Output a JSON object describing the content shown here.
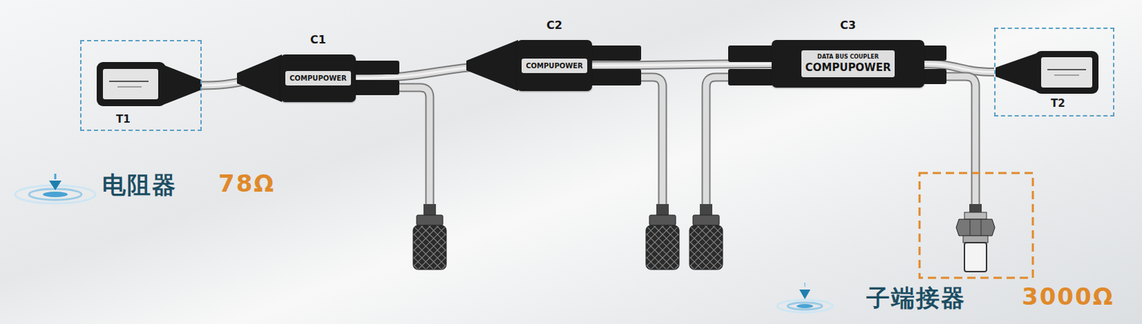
{
  "diagram": {
    "nodes": [
      {
        "text": [
          "T1"
        ]
      },
      {
        "text": [
          "C1",
          "COMPUPOWER"
        ]
      },
      {
        "text": [
          "C2",
          "COMPUPOWER"
        ]
      },
      {
        "text": [
          "C3",
          "DATA BUS COUPLER",
          "COMPUPOWER"
        ]
      },
      {
        "text": [
          "T2"
        ]
      }
    ],
    "edges": [
      {
        "from": 0,
        "to": 1,
        "arrow": "none"
      },
      {
        "from": 1,
        "to": 2,
        "arrow": "none"
      },
      {
        "from": 2,
        "to": 3,
        "arrow": "none"
      },
      {
        "from": 3,
        "to": 4,
        "arrow": "none"
      }
    ],
    "labels": [
      "电阻器",
      "78Ω",
      "子端接器",
      "3000Ω"
    ]
  }
}
